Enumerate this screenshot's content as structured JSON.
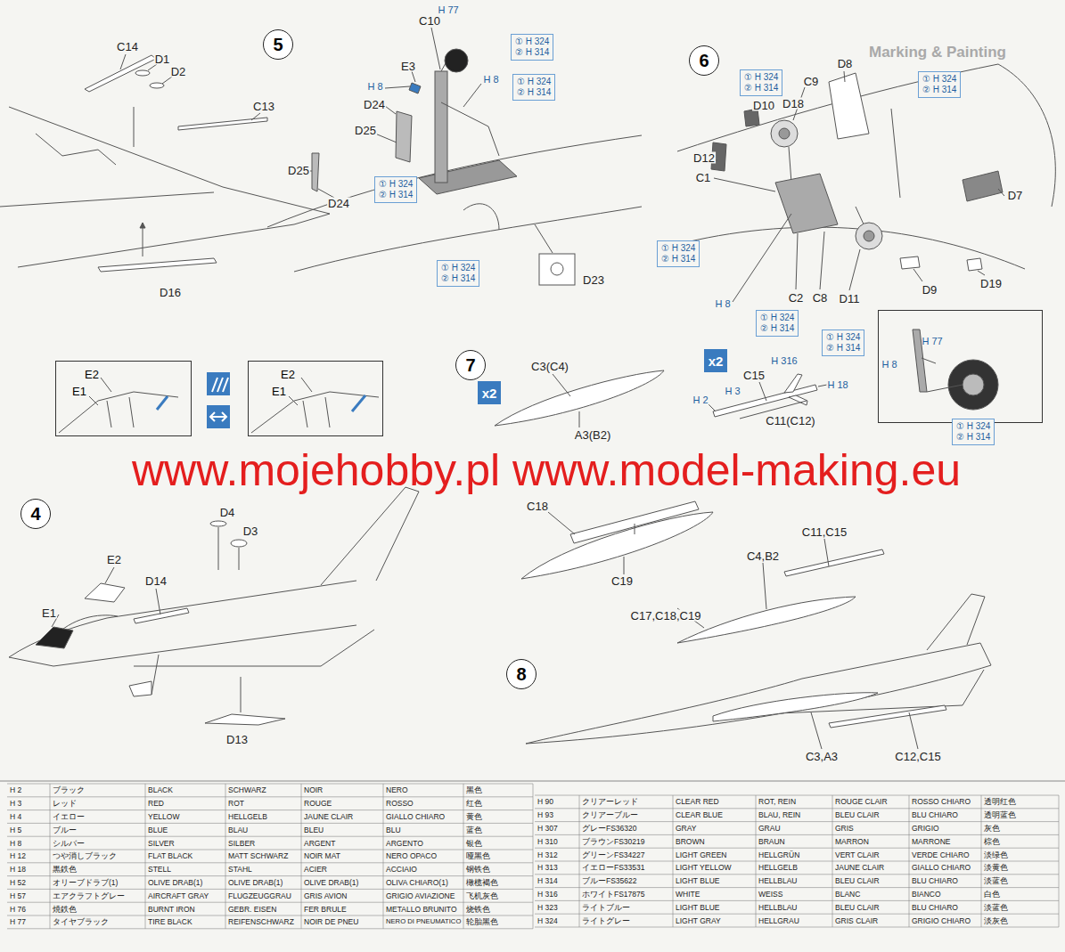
{
  "diagram": {
    "nodes": [
      {
        "text": [
          "5"
        ]
      },
      {
        "text": [
          "① H 324",
          "② H 314"
        ]
      },
      {
        "text": [
          "① H 324",
          "② H 314"
        ]
      },
      {
        "text": [
          "① H 324",
          "② H 314"
        ]
      },
      {
        "text": [
          "① H 324",
          "② H 314"
        ]
      },
      {
        "text": [
          "6"
        ]
      },
      {
        "text": [
          "① H 324",
          "② H 314"
        ]
      },
      {
        "text": [
          "① H 324",
          "② H 314"
        ]
      },
      {
        "text": [
          "① H 324",
          "② H 314"
        ]
      },
      {
        "text": [
          "① H 324",
          "② H 314"
        ]
      },
      {
        "text": [
          "① H 324",
          "② H 314"
        ]
      },
      {
        "text": [
          "E2",
          "E1"
        ]
      },
      {
        "text": [
          "E2",
          "E1"
        ]
      },
      {
        "text": [
          "7"
        ]
      },
      {
        "text": [
          "x2"
        ]
      },
      {
        "text": [
          "x2"
        ]
      },
      {
        "text": [
          "H 77",
          "H 8"
        ]
      },
      {
        "text": [
          "① H 324",
          "② H 314"
        ]
      },
      {
        "text": [
          "4"
        ]
      },
      {
        "text": [
          "8"
        ]
      }
    ],
    "labels": [
      "Marking & Painting",
      "C14",
      "D1",
      "D2",
      "C13",
      "D16",
      "C10",
      "H 77",
      "E3",
      "H 8",
      "H 8",
      "D24",
      "D25",
      "D25",
      "D24",
      "D23",
      "D8",
      "C9",
      "D10",
      "D18",
      "D12",
      "C1",
      "D7",
      "D9",
      "D19",
      "C2",
      "C8",
      "D11",
      "H 8",
      "C3(C4)",
      "H 316",
      "C15",
      "H 18",
      "H 3",
      "H 2",
      "C11(C12)",
      "A3(B2)",
      "www.mojehobby.pl www.model-making.eu",
      "C18",
      "D4",
      "D3",
      "C11,C15",
      "C4,B2",
      "E2",
      "C19",
      "D14",
      "E1",
      "C17,C18,C19",
      "D13",
      "C3,A3",
      "C12,C15",
      "H 2",
      "ブラック",
      "BLACK",
      "SCHWARZ",
      "NOIR",
      "NERO",
      "黑色",
      "H 3",
      "レッド",
      "RED",
      "ROT",
      "ROUGE",
      "ROSSO",
      "红色",
      "H 4",
      "イエロー",
      "YELLOW",
      "HELLGELB",
      "JAUNE CLAIR",
      "GIALLO CHIARO",
      "黄色",
      "H 5",
      "ブルー",
      "BLUE",
      "BLAU",
      "BLEU",
      "BLU",
      "蓝色",
      "H 8",
      "シルバー",
      "SILVER",
      "SILBER",
      "ARGENT",
      "ARGENTO",
      "银色",
      "H 12",
      "つや消しブラック",
      "FLAT BLACK",
      "MATT SCHWARZ",
      "NOIR MAT",
      "NERO OPACO",
      "哑黑色",
      "H 18",
      "黒鉄色",
      "STELL",
      "STAHL",
      "ACIER",
      "ACCIAIO",
      "钢铁色",
      "H 52",
      "オリーブドラブ(1)",
      "OLIVE DRAB(1)",
      "OLIVE DRAB(1)",
      "OLIVE DRAB(1)",
      "OLIVA CHIARO(1)",
      "橄榄褐色",
      "H 57",
      "エアクラフトグレー",
      "AIRCRAFT GRAY",
      "FLUGZEUGGRAU",
      "GRIS AVION",
      "GRIGIO AVIAZIONE",
      "飞机灰色",
      "H 76",
      "焼鉄色",
      "BURNT IRON",
      "GEBR. EISEN",
      "FER BRULE",
      "METALLO BRUNITO",
      "烧铁色",
      "H 77",
      "タイヤブラック",
      "TIRE BLACK",
      "REIFENSCHWARZ",
      "NOIR DE PNEU",
      "NERO DI PNEUMATICO",
      "轮胎黑色",
      "H 90",
      "クリアーレッド",
      "CLEAR RED",
      "ROT, REIN",
      "ROUGE CLAIR",
      "ROSSO CHIARO",
      "透明红色",
      "H 93",
      "クリアーブルー",
      "CLEAR BLUE",
      "BLAU, REIN",
      "BLEU CLAIR",
      "BLU CHIARO",
      "透明蓝色",
      "H 307",
      "グレーFS36320",
      "GRAY",
      "GRAU",
      "GRIS",
      "GRIGIO",
      "灰色",
      "H 310",
      "ブラウンFS30219",
      "BROWN",
      "BRAUN",
      "MARRON",
      "MARRONE",
      "棕色",
      "H 312",
      "グリーンFS34227",
      "LIGHT GREEN",
      "HELLGRÜN",
      "VERT CLAIR",
      "VERDE CHIARO",
      "淡绿色",
      "H 313",
      "イエローFS33531",
      "LIGHT YELLOW",
      "HELLGELB",
      "JAUNE CLAIR",
      "GIALLO CHIARO",
      "淡黄色",
      "H 314",
      "ブルーFS35622",
      "LIGHT BLUE",
      "HELLBLAU",
      "BLEU CLAIR",
      "BLU CHIARO",
      "淡蓝色",
      "H 316",
      "ホワイトFS17875",
      "WHITE",
      "WEISS",
      "BLANC",
      "BIANCO",
      "白色",
      "H 323",
      "ライトブルー",
      "LIGHT BLUE",
      "HELLBLAU",
      "BLEU CLAIR",
      "BLU CHIARO",
      "淡蓝色",
      "H 324",
      "ライトグレー",
      "LIGHT GRAY",
      "HELLGRAU",
      "GRIS CLAIR",
      "GRIGIO CHIARO",
      "淡灰色"
    ]
  }
}
